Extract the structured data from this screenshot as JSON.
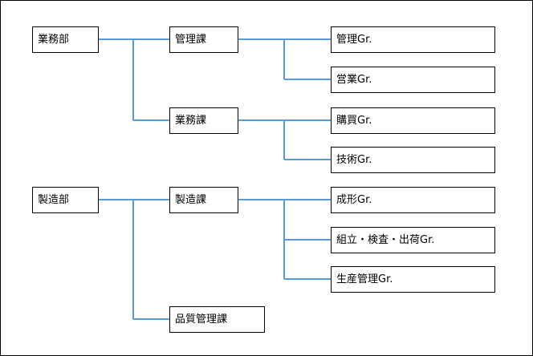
{
  "colors": {
    "connector": "#5B9BD5",
    "box_border": "#000000",
    "text": "#000000"
  },
  "departments": [
    {
      "name": "業務部"
    },
    {
      "name": "製造部"
    }
  ],
  "sections": [
    {
      "name": "管理課"
    },
    {
      "name": "業務課"
    },
    {
      "name": "製造課"
    },
    {
      "name": "品質管理課"
    }
  ],
  "groups": [
    {
      "name": "管理Gr."
    },
    {
      "name": "営業Gr."
    },
    {
      "name": "購買Gr."
    },
    {
      "name": "技術Gr."
    },
    {
      "name": "成形Gr."
    },
    {
      "name": "組立・検査・出荷Gr."
    },
    {
      "name": "生産管理Gr."
    }
  ]
}
